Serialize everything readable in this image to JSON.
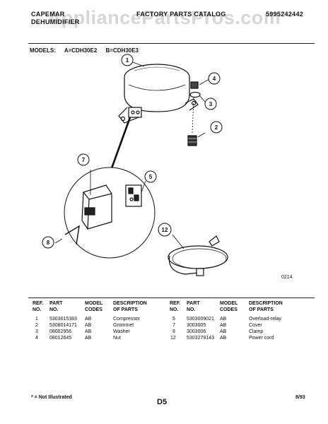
{
  "header": {
    "brand_line1": "CAPEMAR",
    "brand_line2": "DEHUMIDIFIER",
    "title": "FACTORY PARTS CATALOG",
    "doc_number": "5995242442"
  },
  "watermark": "AppliancePartsPros.com",
  "models": {
    "label": "MODELS:",
    "a": "A=CDH30E2",
    "b": "B=CDH30E3"
  },
  "diagram": {
    "callouts": [
      "1",
      "2",
      "3",
      "4",
      "5",
      "7",
      "8",
      "12"
    ],
    "figure_code": "0214"
  },
  "table": {
    "headers": {
      "ref": [
        "REF.",
        "NO."
      ],
      "part": [
        "PART",
        "NO."
      ],
      "model": [
        "MODEL",
        "CODES"
      ],
      "desc": [
        "DESCRIPTION",
        "OF PARTS"
      ]
    },
    "left_rows": [
      {
        "ref": "1",
        "part": "5303015383",
        "codes": "AB",
        "desc": "Compressor"
      },
      {
        "ref": "2",
        "part": "5308014171",
        "codes": "AB",
        "desc": "Grommet"
      },
      {
        "ref": "3",
        "part": "08002956",
        "codes": "AB",
        "desc": "Washer"
      },
      {
        "ref": "4",
        "part": "08012645",
        "codes": "AB",
        "desc": "Nut"
      }
    ],
    "right_rows": [
      {
        "ref": "5",
        "part": "5303009021",
        "codes": "AB",
        "desc": "Overload-relay"
      },
      {
        "ref": "7",
        "part": "3003005",
        "codes": "AB",
        "desc": "Cover"
      },
      {
        "ref": "8",
        "part": "3003006",
        "codes": "AB",
        "desc": "Clamp"
      },
      {
        "ref": "12",
        "part": "5303279143",
        "codes": "AB",
        "desc": "Power cord"
      }
    ]
  },
  "footer": {
    "note": "* = Not Illustrated",
    "page": "D5",
    "date": "8/93"
  }
}
